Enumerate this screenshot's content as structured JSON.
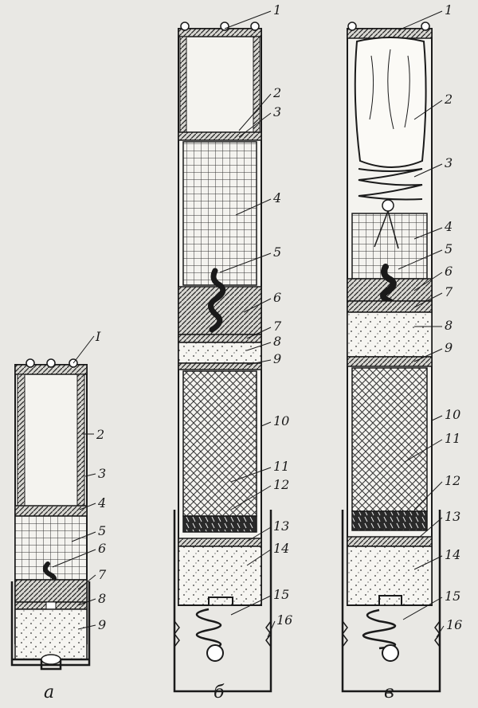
{
  "diagram": {
    "cartridge_a": {
      "caption": "а",
      "labels": [
        "I",
        "2",
        "3",
        "4",
        "5",
        "6",
        "7",
        "8",
        "9"
      ]
    },
    "cartridge_b": {
      "caption": "б",
      "labels": [
        "1",
        "2",
        "3",
        "4",
        "5",
        "6",
        "7",
        "8",
        "9",
        "10",
        "11",
        "12",
        "13",
        "14",
        "15",
        "16"
      ]
    },
    "cartridge_v": {
      "caption": "в",
      "labels": [
        "1",
        "2",
        "3",
        "4",
        "5",
        "6",
        "7",
        "8",
        "9",
        "10",
        "11",
        "12",
        "13",
        "14",
        "15",
        "16"
      ]
    }
  }
}
